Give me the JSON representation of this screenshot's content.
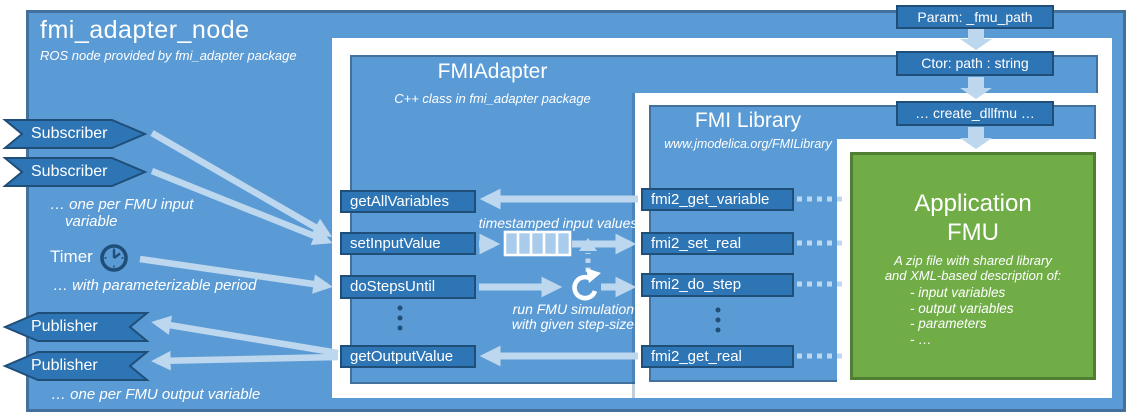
{
  "colors": {
    "background_blue": "#5b9bd5",
    "frame_border": "#41719c",
    "box_fill": "#2e75b6",
    "box_border": "#1f4e79",
    "arrow_light": "#bdd7ee",
    "fmu_green": "#70ad47",
    "fmu_green_border": "#507e32",
    "text": "#ffffff"
  },
  "node": {
    "title": "fmi_adapter_node",
    "subtitle": "ROS node provided by fmi_adapter package"
  },
  "adapter": {
    "title": "FMIAdapter",
    "subtitle": "C++ class in fmi_adapter package",
    "methods": [
      "getAllVariables",
      "setInputValue",
      "doStepsUntil",
      "getOutputValue"
    ]
  },
  "library": {
    "title": "FMI Library",
    "subtitle": "www.jmodelica.org/FMILibrary",
    "functions": [
      "fmi2_get_variable",
      "fmi2_set_real",
      "fmi2_do_step",
      "fmi2_get_real"
    ]
  },
  "fmu": {
    "title_line1": "Application",
    "title_line2": "FMU",
    "description_line1": "A zip file with shared library",
    "description_line2": "and XML-based description of:",
    "items": [
      "- input variables",
      "- output variables",
      "- parameters",
      "- …"
    ]
  },
  "init_flow": {
    "param": "Param: _fmu_path",
    "ctor": "Ctor: path : string",
    "create_dllfmu": "… create_dllfmu …"
  },
  "ros": {
    "subscriber1": "Subscriber",
    "subscriber2": "Subscriber",
    "subscriber_caption_line1": "… one per FMU input",
    "subscriber_caption_line2": "variable",
    "timer": "Timer",
    "timer_caption": "… with parameterizable period",
    "publisher1": "Publisher",
    "publisher2": "Publisher",
    "publisher_caption": "… one per FMU output variable"
  },
  "annotations": {
    "queue_label": "timestamped input values",
    "loop_label_line1": "run FMU simulation",
    "loop_label_line2": "with given step-size"
  }
}
